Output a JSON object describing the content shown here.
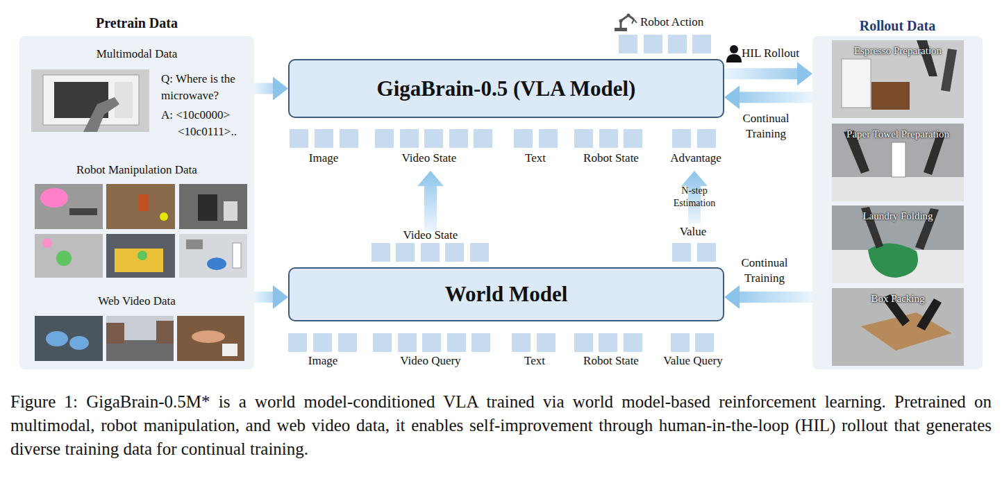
{
  "diagram": {
    "caption": "Figure 1: GigaBrain-0.5M* is a world model-conditioned VLA trained via world model-based reinforcement learning. Pretrained on multimodal, robot manipulation, and web video data, it enables self-improvement through human-in-the-loop (HIL) rollout that generates diverse training data for continual training.",
    "nodes": [
      {
        "text": [
          "Pretrain Data",
          "Multimodal Data",
          "Q: Where is the microwave?",
          "A: <10c0000> <10c0111>..",
          "Robot Manipulation Data",
          "Web Video Data"
        ]
      },
      {
        "text": [
          "GigaBrain-0.5 (VLA Model)"
        ]
      },
      {
        "text": [
          "World Model"
        ]
      },
      {
        "text": [
          "Rollout Data"
        ]
      },
      {
        "text": [
          "Espresso Preparation"
        ],
        "in": 3
      },
      {
        "text": [
          "Paper Towel Preparation"
        ],
        "in": 3
      },
      {
        "text": [
          "Laundry Folding"
        ],
        "in": 3
      },
      {
        "text": [
          "Box Packing"
        ],
        "in": 3
      }
    ],
    "edges": [
      {
        "from": 0,
        "to": 1,
        "arrow": "to"
      },
      {
        "from": 0,
        "to": 2,
        "arrow": "to"
      },
      {
        "from": 1,
        "to": 3,
        "label": "HIL Rollout",
        "arrow": "to"
      },
      {
        "from": 3,
        "to": 1,
        "label": "Continual Training",
        "arrow": "to"
      },
      {
        "from": 3,
        "to": 2,
        "label": "Continual Training",
        "arrow": "to"
      }
    ],
    "labels": [
      "Robot Action",
      "Image",
      "Video State",
      "Text",
      "Robot State",
      "Advantage",
      "Video State",
      "Value",
      "N-step Estimation",
      "Image",
      "Video Query",
      "Text",
      "Robot State",
      "Value Query"
    ]
  }
}
